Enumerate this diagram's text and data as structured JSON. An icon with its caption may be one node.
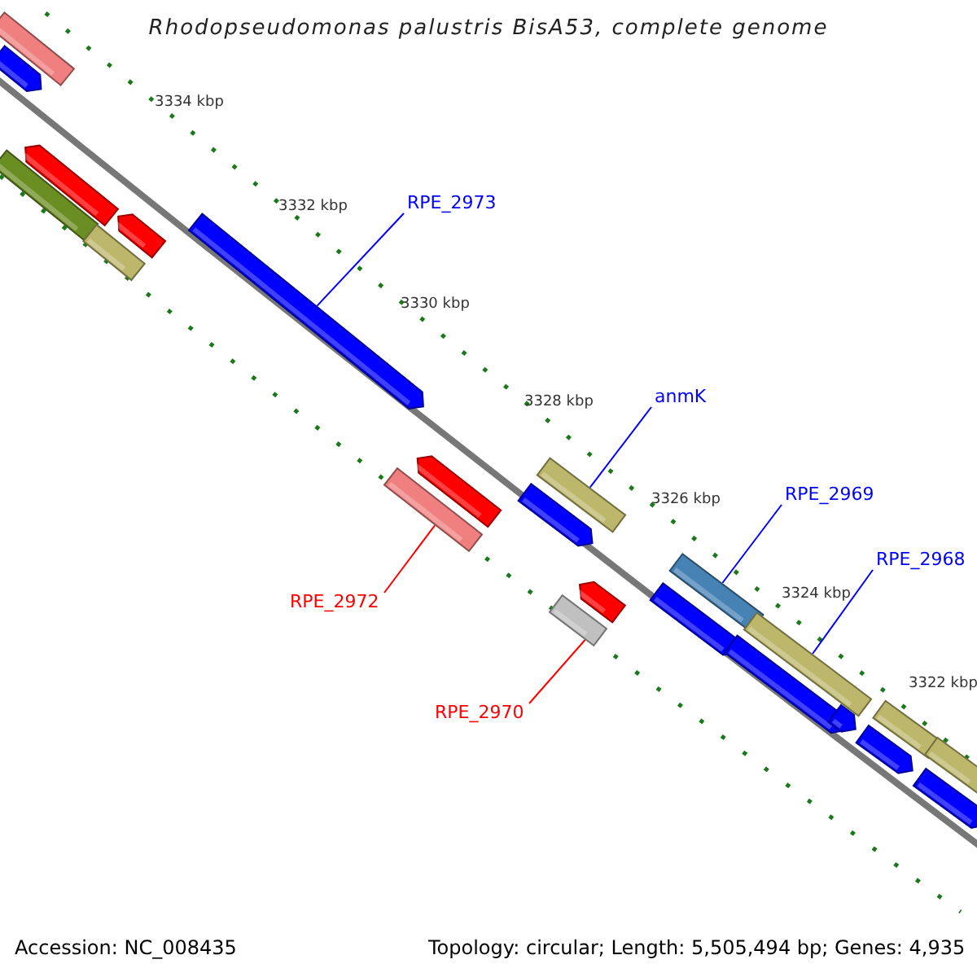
{
  "diagram": {
    "title": "Rhodopseudomonas palustris BisA53, complete genome",
    "nodes": [
      {
        "text": [
          "RPE_2973"
        ]
      },
      {
        "text": [],
        "shape": "arrow"
      },
      {
        "text": [
          "anmK"
        ]
      },
      {
        "text": [],
        "shape": "bar"
      },
      {
        "text": [
          "RPE_2969"
        ]
      },
      {
        "text": [],
        "shape": "bar"
      },
      {
        "text": [
          "RPE_2968"
        ]
      },
      {
        "text": [],
        "shape": "bar"
      },
      {
        "text": [
          "RPE_2972"
        ]
      },
      {
        "text": [],
        "shape": "bar"
      },
      {
        "text": [
          "RPE_2970"
        ]
      },
      {
        "text": [],
        "shape": "bar"
      }
    ],
    "edges": [
      {
        "from": 0,
        "to": 1,
        "arrow": "none"
      },
      {
        "from": 2,
        "to": 3,
        "arrow": "none"
      },
      {
        "from": 4,
        "to": 5,
        "arrow": "none"
      },
      {
        "from": 6,
        "to": 7,
        "arrow": "none"
      },
      {
        "from": 8,
        "to": 9,
        "arrow": "none",
        "color": "#ff0000"
      },
      {
        "from": 10,
        "to": 11,
        "arrow": "none",
        "color": "#ff0000"
      }
    ],
    "labels": [
      "3334 kbp",
      "3332 kbp",
      "3330 kbp",
      "3328 kbp",
      "3326 kbp",
      "3324 kbp",
      "3322 kbp",
      "Accession: NC_008435",
      "Topology: circular; Length: 5,505,494 bp; Genes: 4,935"
    ]
  }
}
